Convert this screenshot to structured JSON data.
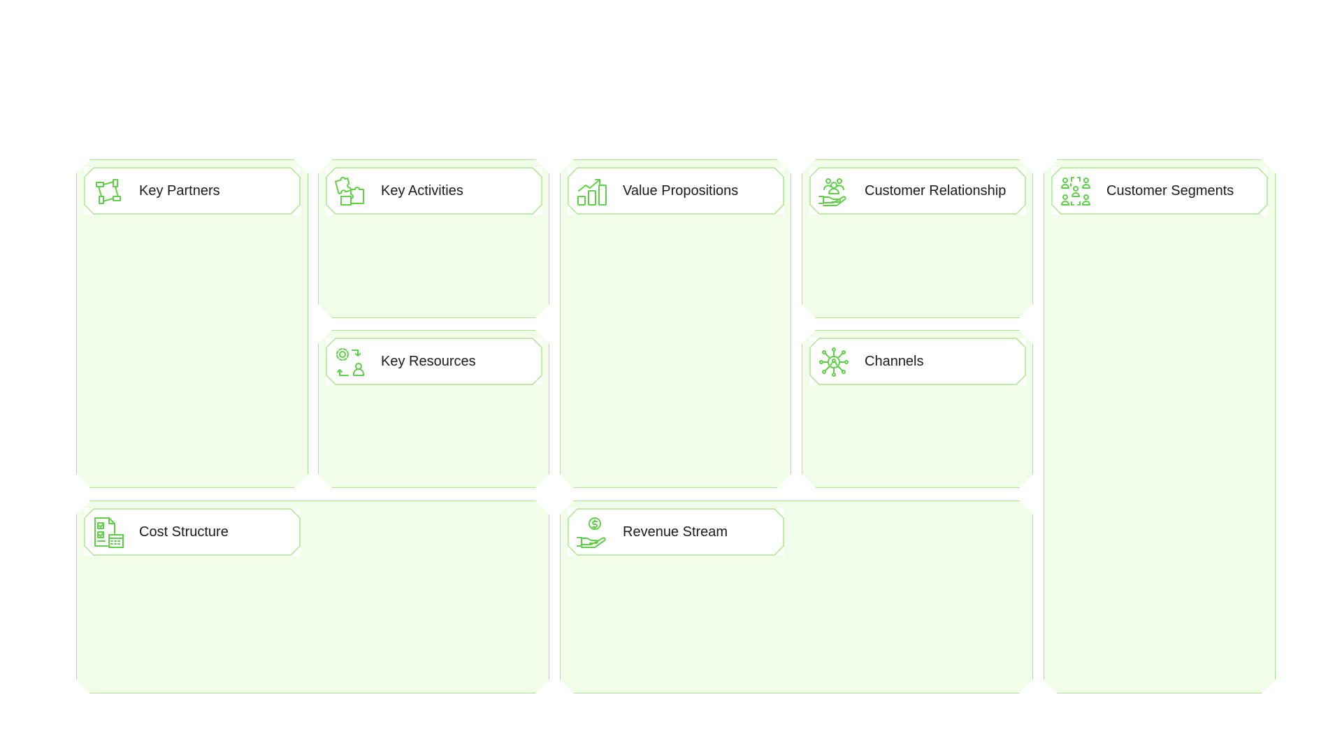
{
  "canvas": {
    "background_color": "#ffffff",
    "panel_fill": "#f1fde8",
    "panel_border": "#a9e68c",
    "icon_color": "#5fcf48",
    "text_color": "#1a1a1a"
  },
  "blocks": {
    "key_partners": {
      "label": "Key Partners",
      "icon": "handshake-circle-icon"
    },
    "key_activities": {
      "label": "Key Activities",
      "icon": "puzzle-icon"
    },
    "key_resources": {
      "label": "Key Resources",
      "icon": "gear-person-cycle-icon"
    },
    "value_propositions": {
      "label": "Value Propositions",
      "icon": "growth-bar-chart-icon"
    },
    "customer_relationship": {
      "label": "Customer Relationship",
      "icon": "hand-with-people-icon"
    },
    "channels": {
      "label": "Channels",
      "icon": "network-hub-icon"
    },
    "customer_segments": {
      "label": "Customer Segments",
      "icon": "people-group-icon"
    },
    "cost_structure": {
      "label": "Cost Structure",
      "icon": "checklist-calculator-icon"
    },
    "revenue_stream": {
      "label": "Revenue Stream",
      "icon": "hand-dollar-coin-icon"
    }
  }
}
